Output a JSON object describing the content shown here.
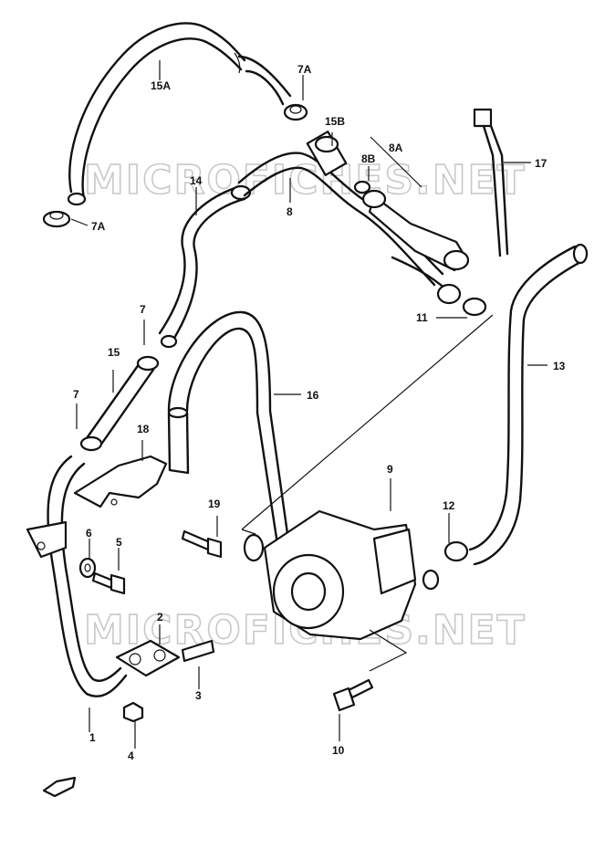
{
  "watermark": "MICROFICHES.NET",
  "callouts": [
    {
      "id": "c1",
      "text": "1"
    },
    {
      "id": "c2",
      "text": "2"
    },
    {
      "id": "c3",
      "text": "3"
    },
    {
      "id": "c4",
      "text": "4"
    },
    {
      "id": "c5",
      "text": "5"
    },
    {
      "id": "c6",
      "text": "6"
    },
    {
      "id": "c7a",
      "text": "7"
    },
    {
      "id": "c7b",
      "text": "7"
    },
    {
      "id": "c7A1",
      "text": "7A"
    },
    {
      "id": "c7A2",
      "text": "7A"
    },
    {
      "id": "c8",
      "text": "8"
    },
    {
      "id": "c8A",
      "text": "8A"
    },
    {
      "id": "c8B",
      "text": "8B"
    },
    {
      "id": "c9",
      "text": "9"
    },
    {
      "id": "c10",
      "text": "10"
    },
    {
      "id": "c11",
      "text": "11"
    },
    {
      "id": "c12",
      "text": "12"
    },
    {
      "id": "c13",
      "text": "13"
    },
    {
      "id": "c14",
      "text": "14"
    },
    {
      "id": "c15",
      "text": "15"
    },
    {
      "id": "c15A",
      "text": "15A"
    },
    {
      "id": "c15B",
      "text": "15B"
    },
    {
      "id": "c16",
      "text": "16"
    },
    {
      "id": "c17",
      "text": "17"
    },
    {
      "id": "c18",
      "text": "18"
    },
    {
      "id": "c19",
      "text": "19"
    }
  ]
}
